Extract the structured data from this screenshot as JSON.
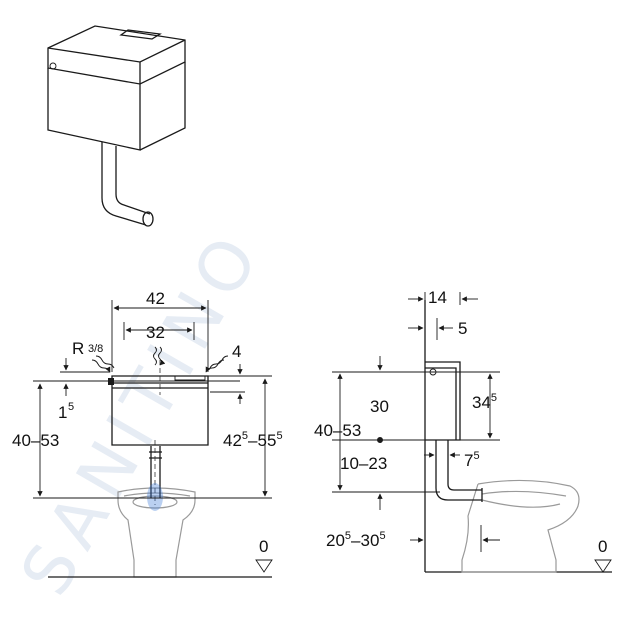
{
  "watermark": "SANITINO",
  "accent_color": "#3a78d8",
  "front_view": {
    "width_outer": "42",
    "width_inner": "32",
    "thread": "R",
    "thread_frac": "3/8",
    "lid_height": "4",
    "offset_base": "1",
    "offset_sup": "5",
    "height_range": "40–53",
    "total_a": "42",
    "total_a_sup": "5",
    "total_sep": "–",
    "total_b": "55",
    "total_b_sup": "5",
    "floor_level": "0"
  },
  "side_view": {
    "top_depth": "14",
    "wall_gap": "5",
    "tank_height": "30",
    "tank_depth_base": "34",
    "tank_depth_sup": "5",
    "height_range": "40–53",
    "pipe_range": "10–23",
    "pipe_offset_base": "7",
    "pipe_offset_sup": "5",
    "floor_a": "20",
    "floor_a_sup": "5",
    "floor_sep": "–",
    "floor_b": "30",
    "floor_b_sup": "5",
    "floor_level": "0"
  }
}
